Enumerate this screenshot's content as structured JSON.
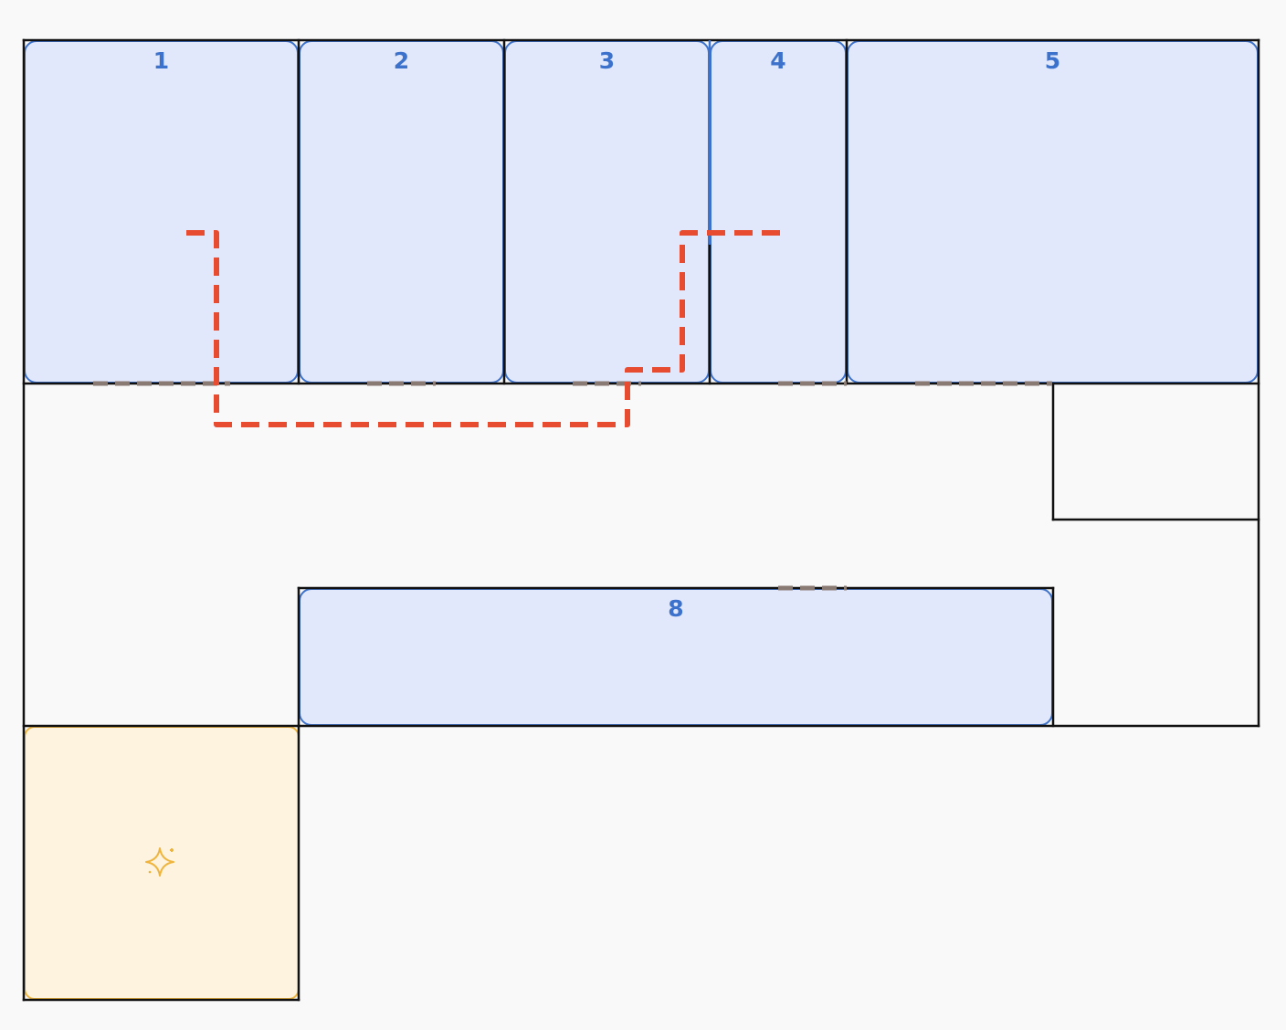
{
  "rooms": [
    {
      "id": "room-1",
      "label": "1"
    },
    {
      "id": "room-2",
      "label": "2"
    },
    {
      "id": "room-3",
      "label": "3"
    },
    {
      "id": "room-4",
      "label": "4"
    },
    {
      "id": "room-5",
      "label": "5"
    },
    {
      "id": "room-8",
      "label": "8"
    }
  ],
  "selected_tile": {
    "icon": "sparkle-icon"
  },
  "colors": {
    "room_fill": "#e2e8fb",
    "room_border": "#3d72cc",
    "label": "#3d72cc",
    "wall": "#111111",
    "path": "#e84c30",
    "door": "#8a7a74",
    "tile_fill": "#fdf3de",
    "tile_border": "#eeb43e",
    "background": "#f9f9f9"
  }
}
